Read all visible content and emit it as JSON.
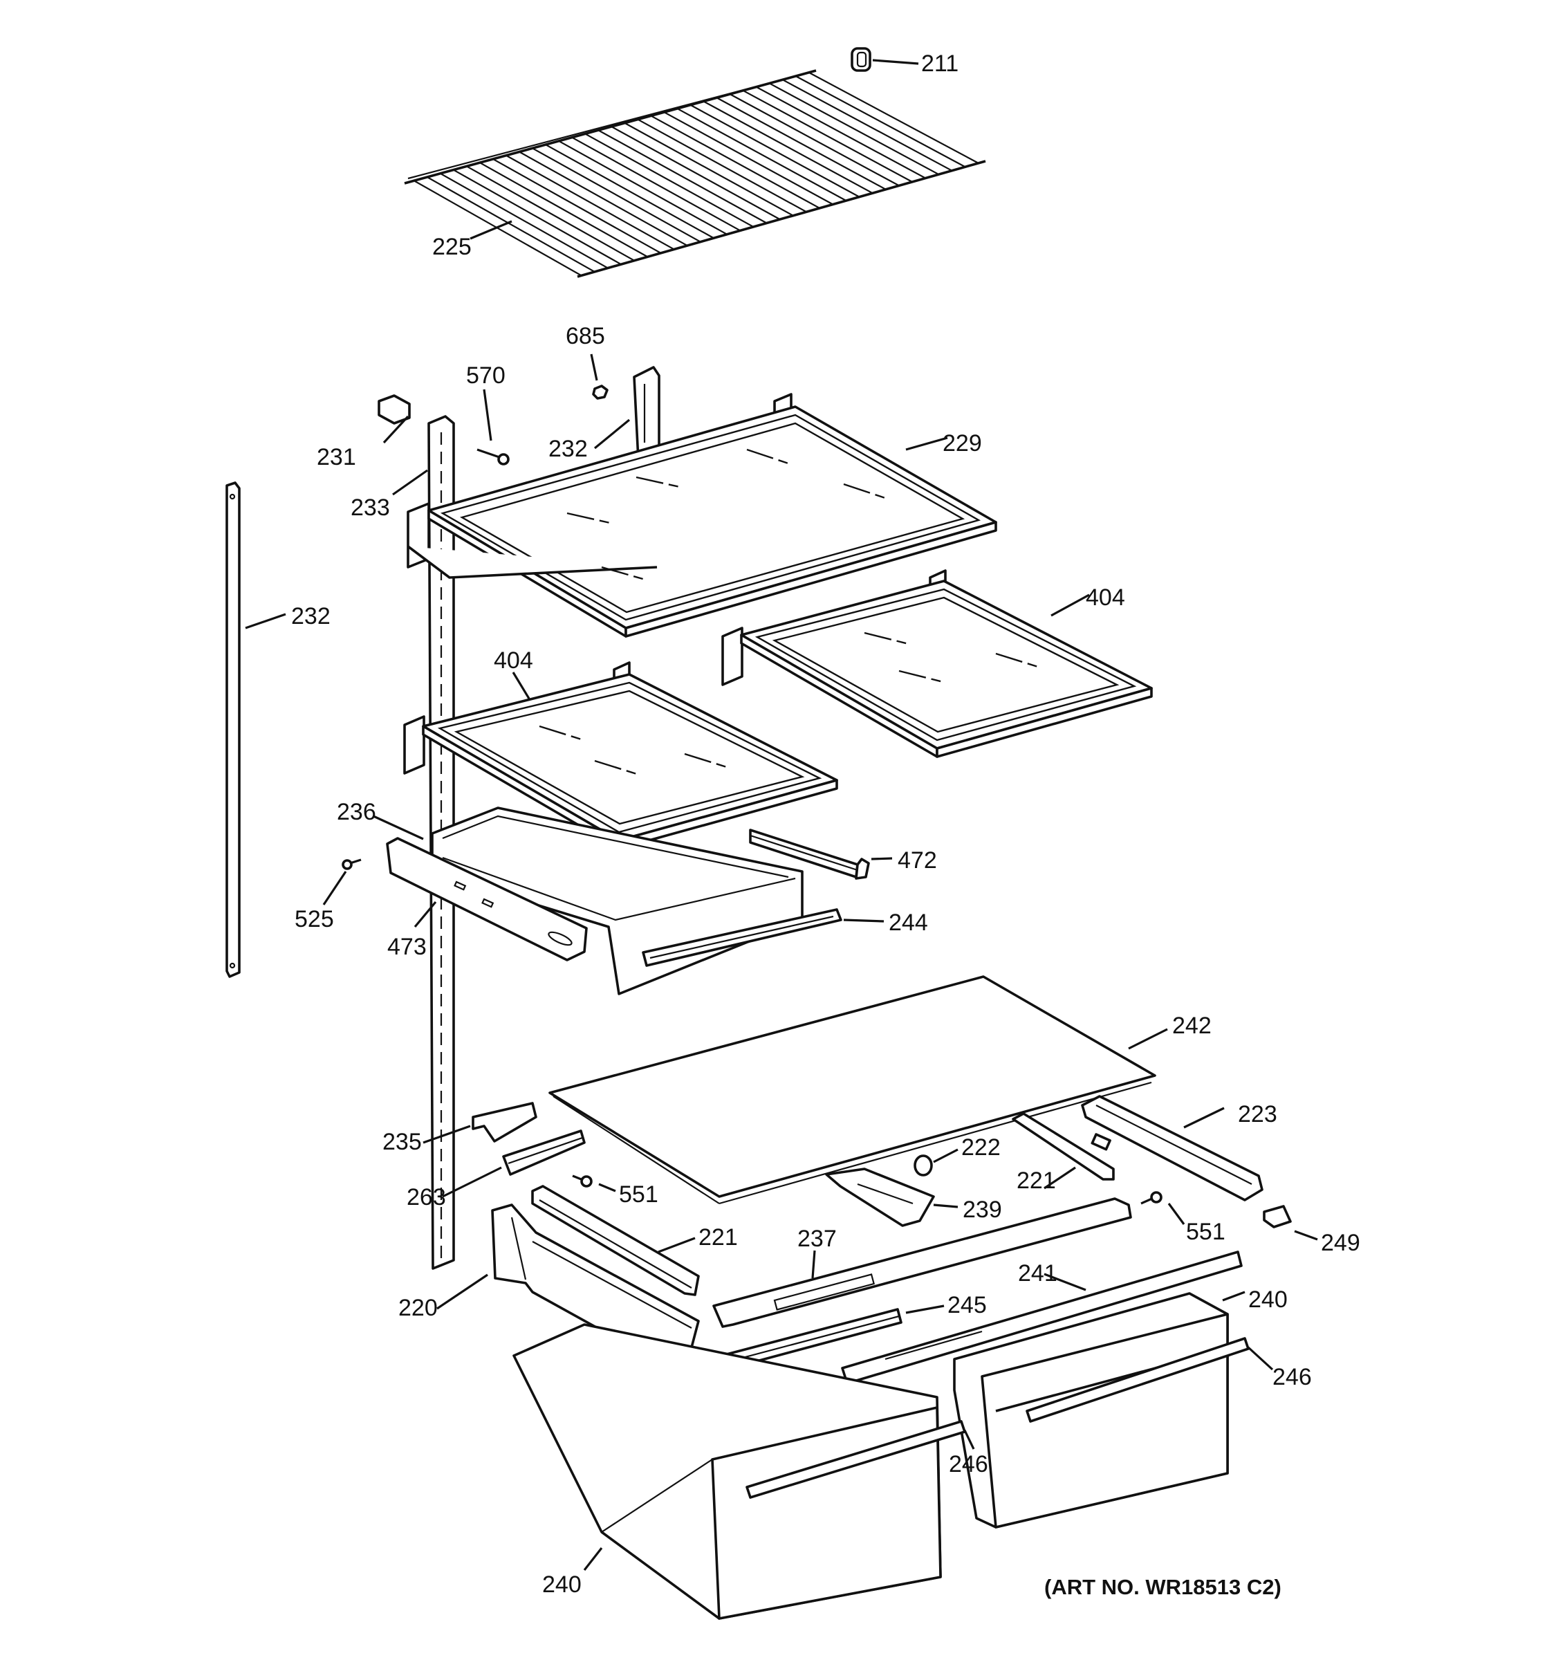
{
  "diagram": {
    "art_number": "(ART NO. WR18513 C2)",
    "callouts": {
      "c211": "211",
      "c225": "225",
      "c685": "685",
      "c570": "570",
      "c231": "231",
      "c232_top": "232",
      "c229": "229",
      "c233": "233",
      "c232_left": "232",
      "c404_right": "404",
      "c404_left": "404",
      "c236": "236",
      "c472": "472",
      "c525": "525",
      "c244": "244",
      "c473": "473",
      "c242": "242",
      "c223": "223",
      "c235": "235",
      "c222": "222",
      "c221_right": "221",
      "c263": "263",
      "c551_left": "551",
      "c239": "239",
      "c551_right": "551",
      "c221_left": "221",
      "c249": "249",
      "c237": "237",
      "c241": "241",
      "c220": "220",
      "c245": "245",
      "c240_right": "240",
      "c246_right": "246",
      "c246_left": "246",
      "c240_left": "240"
    }
  }
}
